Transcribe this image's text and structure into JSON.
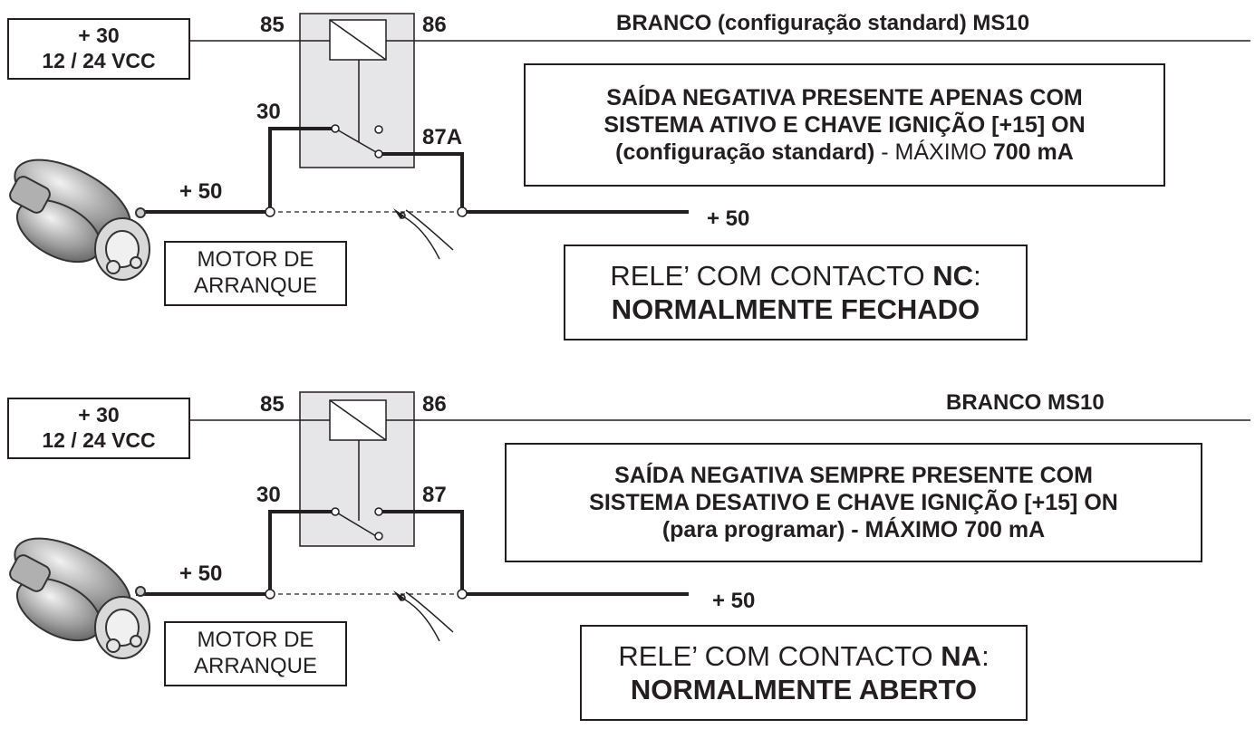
{
  "diagrams": [
    {
      "supply": {
        "line1": "+ 30",
        "line2": "12 / 24 VCC"
      },
      "pin85": "85",
      "pin86": "86",
      "pin30": "30",
      "pin_out": "87A",
      "wire_label": "BRANCO (configuração standard) MS10",
      "notice": {
        "line1": "SAÍDA NEGATIVA PRESENTE APENAS COM",
        "line2": "SISTEMA ATIVO E CHAVE IGNIÇÃO [+15] ON",
        "line3_bold": "(configuração standard)",
        "line3_normal": " - MÁXIMO ",
        "line3_end": "700 mA"
      },
      "plus50_left": "+ 50",
      "plus50_right": "+ 50",
      "motor": {
        "line1": "MOTOR DE",
        "line2": "ARRANQUE"
      },
      "rele": {
        "prefix": "RELE’ COM CONTACTO ",
        "type": "NC",
        "suffix": ":",
        "line2": "NORMALMENTE FECHADO"
      }
    },
    {
      "supply": {
        "line1": "+ 30",
        "line2": "12 / 24 VCC"
      },
      "pin85": "85",
      "pin86": "86",
      "pin30": "30",
      "pin_out": "87",
      "wire_label": "BRANCO MS10",
      "notice": {
        "line1": "SAÍDA NEGATIVA SEMPRE PRESENTE COM",
        "line2": "SISTEMA DESATIVO E CHAVE IGNIÇÃO [+15] ON",
        "line3": "(para programar) - MÁXIMO 700 mA"
      },
      "plus50_left": "+ 50",
      "plus50_right": "+ 50",
      "motor": {
        "line1": "MOTOR DE",
        "line2": "ARRANQUE"
      },
      "rele": {
        "prefix": "RELE’ COM CONTACTO ",
        "type": "NA",
        "suffix": ":",
        "line2": "NORMALMENTE ABERTO"
      }
    }
  ]
}
